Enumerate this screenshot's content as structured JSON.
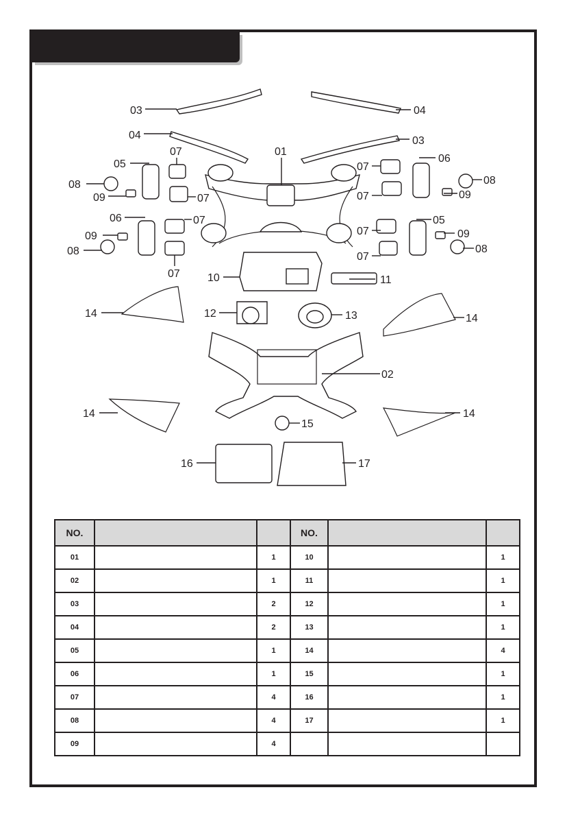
{
  "header": {
    "title": ""
  },
  "callouts": [
    {
      "id": "p03a",
      "text": "03"
    },
    {
      "id": "p04a",
      "text": "04"
    },
    {
      "id": "p04b",
      "text": "04"
    },
    {
      "id": "p03b",
      "text": "03"
    },
    {
      "id": "p01",
      "text": "01"
    },
    {
      "id": "p05a",
      "text": "05"
    },
    {
      "id": "p07a",
      "text": "07"
    },
    {
      "id": "p07b",
      "text": "07"
    },
    {
      "id": "p08a",
      "text": "08"
    },
    {
      "id": "p09a",
      "text": "09"
    },
    {
      "id": "p06a",
      "text": "06"
    },
    {
      "id": "p07c",
      "text": "07"
    },
    {
      "id": "p07d",
      "text": "07"
    },
    {
      "id": "p08b",
      "text": "08"
    },
    {
      "id": "p09b",
      "text": "09"
    },
    {
      "id": "p07e",
      "text": "07"
    },
    {
      "id": "p07f",
      "text": "07"
    },
    {
      "id": "p06b",
      "text": "06"
    },
    {
      "id": "p08c",
      "text": "08"
    },
    {
      "id": "p09c",
      "text": "09"
    },
    {
      "id": "p07g",
      "text": "07"
    },
    {
      "id": "p07h",
      "text": "07"
    },
    {
      "id": "p05b",
      "text": "05"
    },
    {
      "id": "p09d",
      "text": "09"
    },
    {
      "id": "p08d",
      "text": "08"
    },
    {
      "id": "p10",
      "text": "10"
    },
    {
      "id": "p11",
      "text": "11"
    },
    {
      "id": "p14a",
      "text": "14"
    },
    {
      "id": "p12",
      "text": "12"
    },
    {
      "id": "p13",
      "text": "13"
    },
    {
      "id": "p14b",
      "text": "14"
    },
    {
      "id": "p02",
      "text": "02"
    },
    {
      "id": "p14c",
      "text": "14"
    },
    {
      "id": "p15",
      "text": "15"
    },
    {
      "id": "p14d",
      "text": "14"
    },
    {
      "id": "p16",
      "text": "16"
    },
    {
      "id": "p17",
      "text": "17"
    }
  ],
  "parts_table": {
    "headers": {
      "no_left": "NO.",
      "name_left": "",
      "qty_left": "",
      "no_right": "NO.",
      "name_right": "",
      "qty_right": ""
    },
    "rows": [
      {
        "no_l": "01",
        "name_l": "",
        "qty_l": "1",
        "no_r": "10",
        "name_r": "",
        "qty_r": "1"
      },
      {
        "no_l": "02",
        "name_l": "",
        "qty_l": "1",
        "no_r": "11",
        "name_r": "",
        "qty_r": "1"
      },
      {
        "no_l": "03",
        "name_l": "",
        "qty_l": "2",
        "no_r": "12",
        "name_r": "",
        "qty_r": "1"
      },
      {
        "no_l": "04",
        "name_l": "",
        "qty_l": "2",
        "no_r": "13",
        "name_r": "",
        "qty_r": "1"
      },
      {
        "no_l": "05",
        "name_l": "",
        "qty_l": "1",
        "no_r": "14",
        "name_r": "",
        "qty_r": "4"
      },
      {
        "no_l": "06",
        "name_l": "",
        "qty_l": "1",
        "no_r": "15",
        "name_r": "",
        "qty_r": "1"
      },
      {
        "no_l": "07",
        "name_l": "",
        "qty_l": "4",
        "no_r": "16",
        "name_r": "",
        "qty_r": "1"
      },
      {
        "no_l": "08",
        "name_l": "",
        "qty_l": "4",
        "no_r": "17",
        "name_r": "",
        "qty_r": "1"
      },
      {
        "no_l": "09",
        "name_l": "",
        "qty_l": "4",
        "no_r": "",
        "name_r": "",
        "qty_r": ""
      }
    ]
  }
}
